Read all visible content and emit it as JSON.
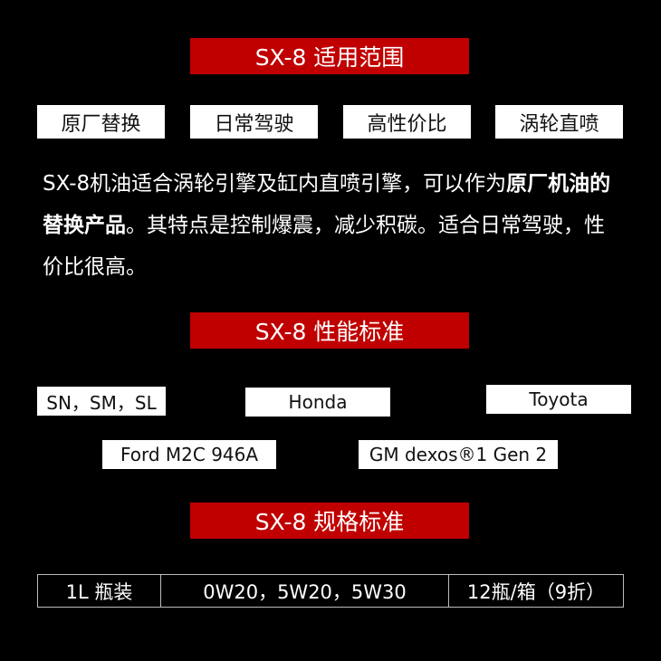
{
  "section1": {
    "title": "SX-8 适用范围",
    "tags": [
      "原厂替换",
      "日常驾驶",
      "高性价比",
      "涡轮直喷"
    ]
  },
  "description": {
    "part1": "SX-8机油适合涡轮引擎及缸内直喷引擎，可以作为",
    "bold": "原厂机油的替换产品",
    "part2": "。其特点是控制爆震，减少积碳。适合日常驾驶，性价比很高。"
  },
  "section2": {
    "title": "SX-8 性能标准",
    "standards": [
      "SN，SM，SL",
      "Honda",
      "Toyota",
      "Ford M2C 946A",
      "GM dexos®1 Gen 2"
    ]
  },
  "section3": {
    "title": "SX-8 规格标准",
    "table": [
      "1L 瓶装",
      "0W20，5W20，5W30",
      "12瓶/箱（9折）"
    ]
  },
  "colors": {
    "accent": "#c00000"
  }
}
